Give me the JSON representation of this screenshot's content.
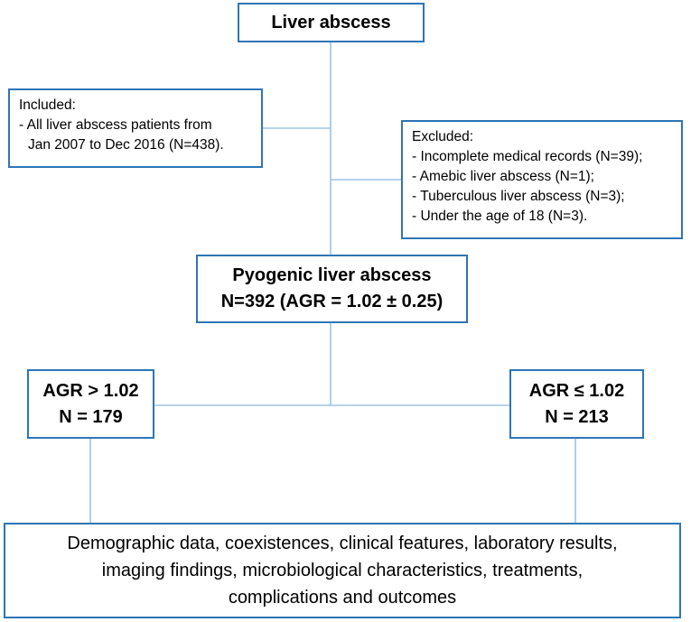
{
  "colors": {
    "box_border": "#2e75b6",
    "connector": "#9dc3e6"
  },
  "title": {
    "label": "Liver abscess"
  },
  "included": {
    "heading": "Included:",
    "lines": [
      "- All liver abscess patients from",
      "  Jan 2007 to Dec 2016 (N=438)."
    ]
  },
  "excluded": {
    "heading": "Excluded:",
    "lines": [
      "- Incomplete medical records (N=39);",
      "- Amebic liver abscess (N=1);",
      "- Tuberculous liver abscess (N=3);",
      "- Under the age of 18 (N=3)."
    ]
  },
  "pyogenic": {
    "line1": "Pyogenic liver abscess",
    "line2": "N=392 (AGR = 1.02 ± 0.25)"
  },
  "groups": {
    "high": {
      "label": "AGR > 1.02",
      "count": "N = 179"
    },
    "low": {
      "label": "AGR ≤ 1.02",
      "count": "N = 213"
    }
  },
  "outcomes": {
    "lines": [
      "Demographic data, coexistences, clinical features, laboratory results,",
      "imaging findings, microbiological characteristics, treatments,",
      "complications and outcomes"
    ]
  }
}
